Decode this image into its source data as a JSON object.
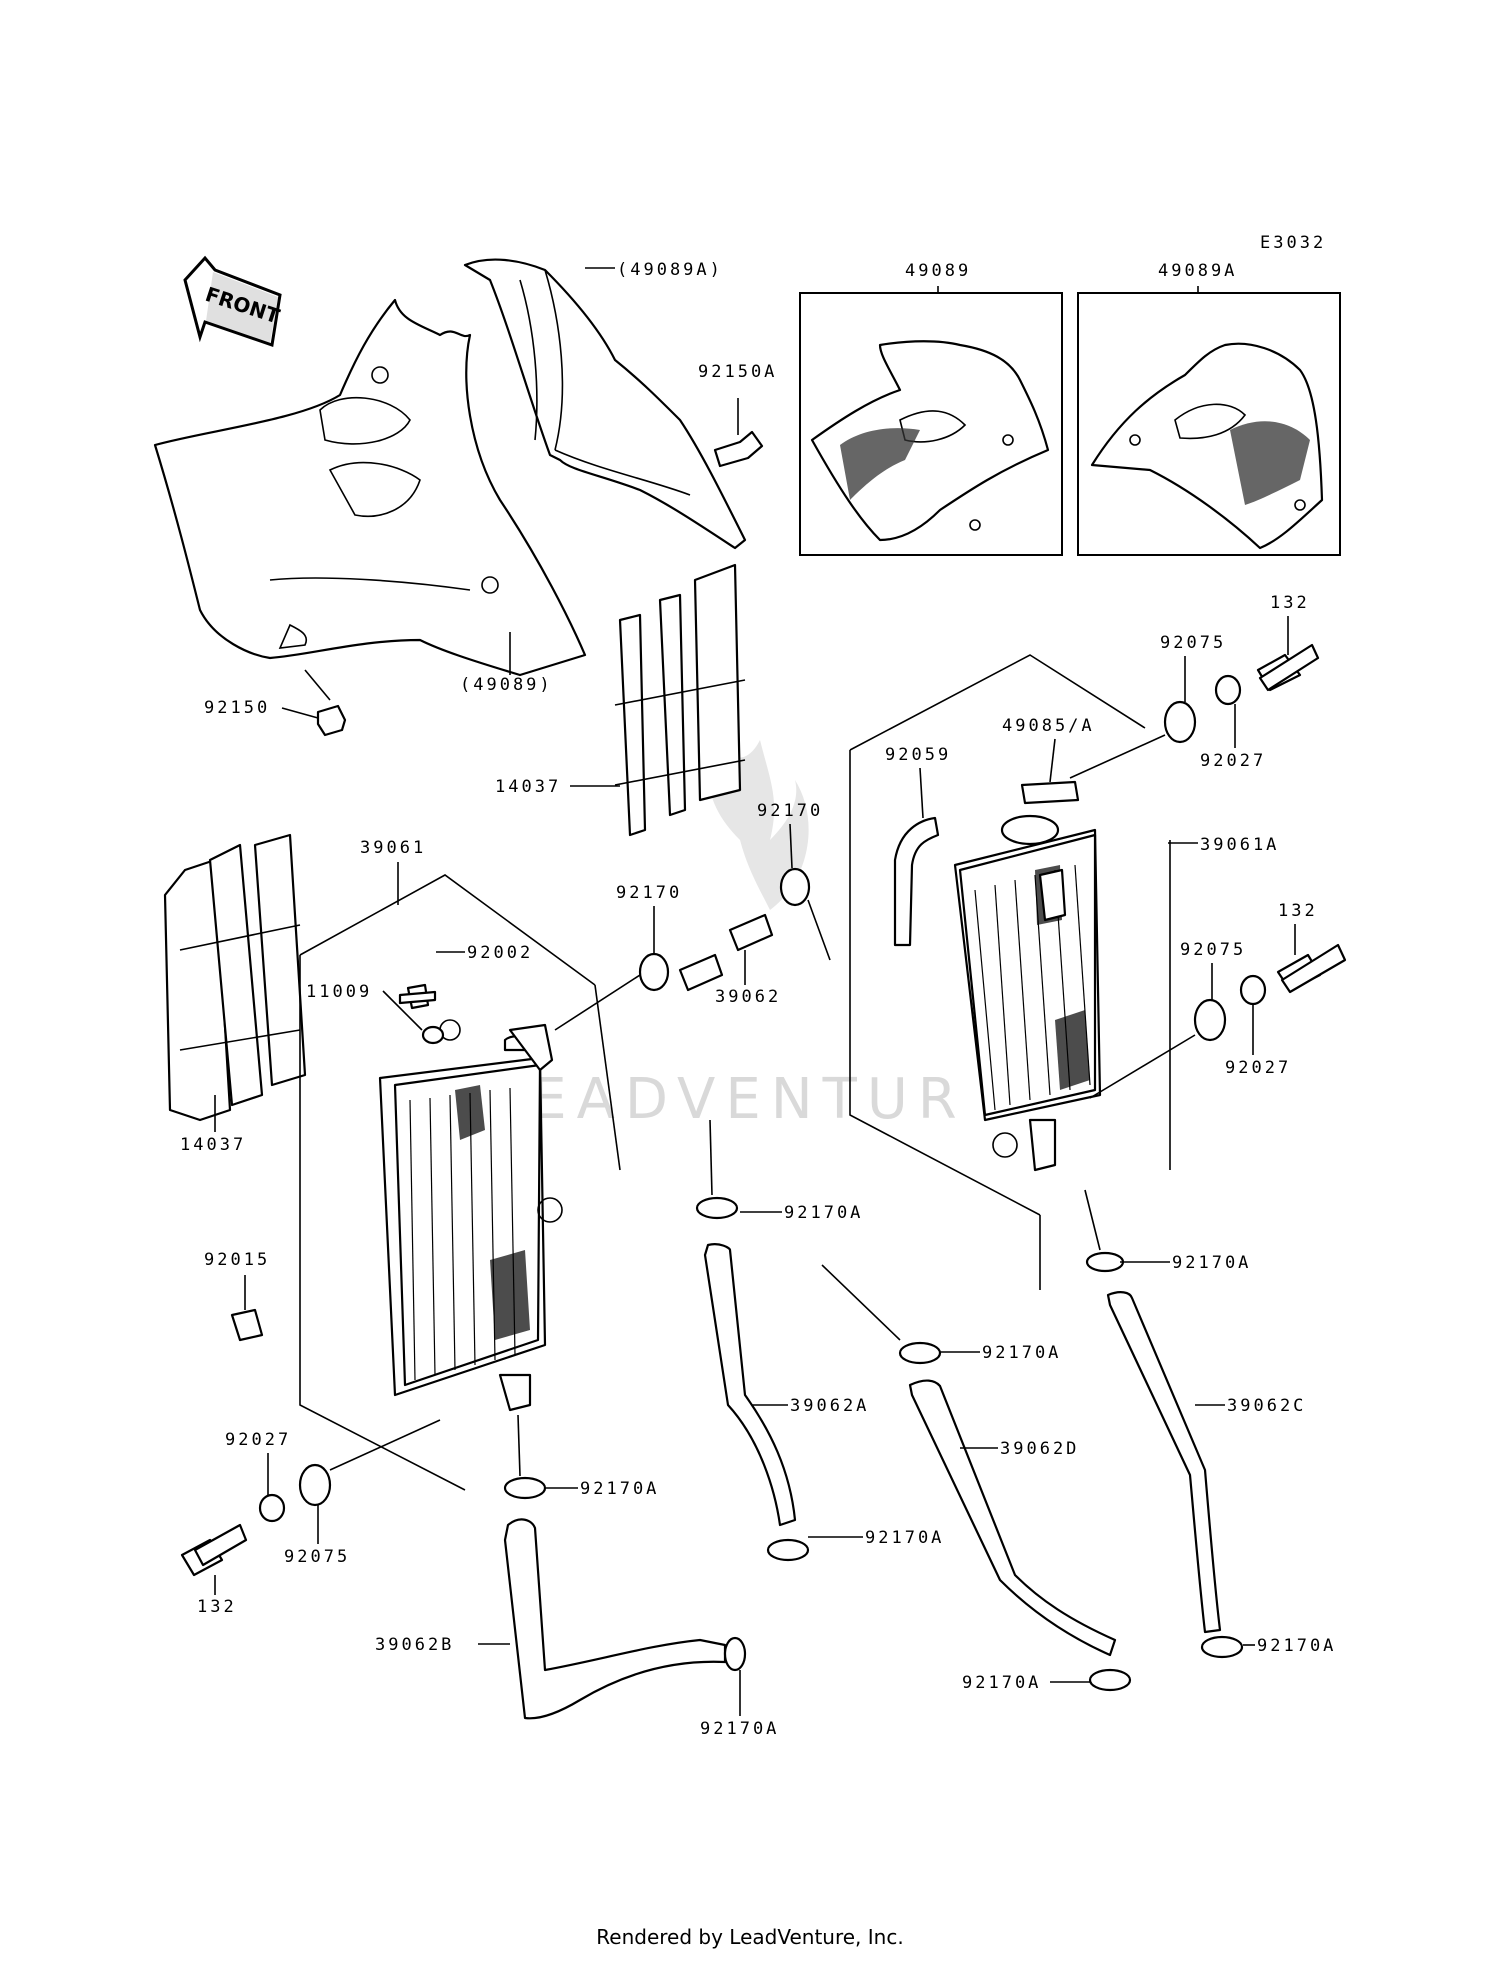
{
  "diagram_code": "E3032",
  "front_label": "FRONT",
  "watermark": "LEADVENTUR",
  "footer": "Rendered by LeadVenture, Inc.",
  "labels": {
    "p49089_paren": "(49089)",
    "p49089a_paren": "(49089A)",
    "p92150a": "92150A",
    "p49089_box": "49089",
    "p49089a_box": "49089A",
    "p92150": "92150",
    "p14037_center": "14037",
    "p132_top": "132",
    "p92075_top": "92075",
    "p49085a": "49085/A",
    "p92027_top": "92027",
    "p92059": "92059",
    "p92170_upper": "92170",
    "p39061a": "39061A",
    "p39061": "39061",
    "p92170_mid": "92170",
    "p92002": "92002",
    "p11009": "11009",
    "p39062": "39062",
    "p132_right": "132",
    "p92075_right": "92075",
    "p92027_right": "92027",
    "p14037_left": "14037",
    "p92170a_1": "92170A",
    "p92015": "92015",
    "p92170a_2": "92170A",
    "p92170a_3": "92170A",
    "p39062a": "39062A",
    "p39062c": "39062C",
    "p39062d": "39062D",
    "p92027_bottom": "92027",
    "p92170a_4": "92170A",
    "p92075_bottom": "92075",
    "p92170a_5": "92170A",
    "p132_bottom": "132",
    "p39062b": "39062B",
    "p92170a_6": "92170A",
    "p92170a_7": "92170A",
    "p92170a_8": "92170A"
  }
}
